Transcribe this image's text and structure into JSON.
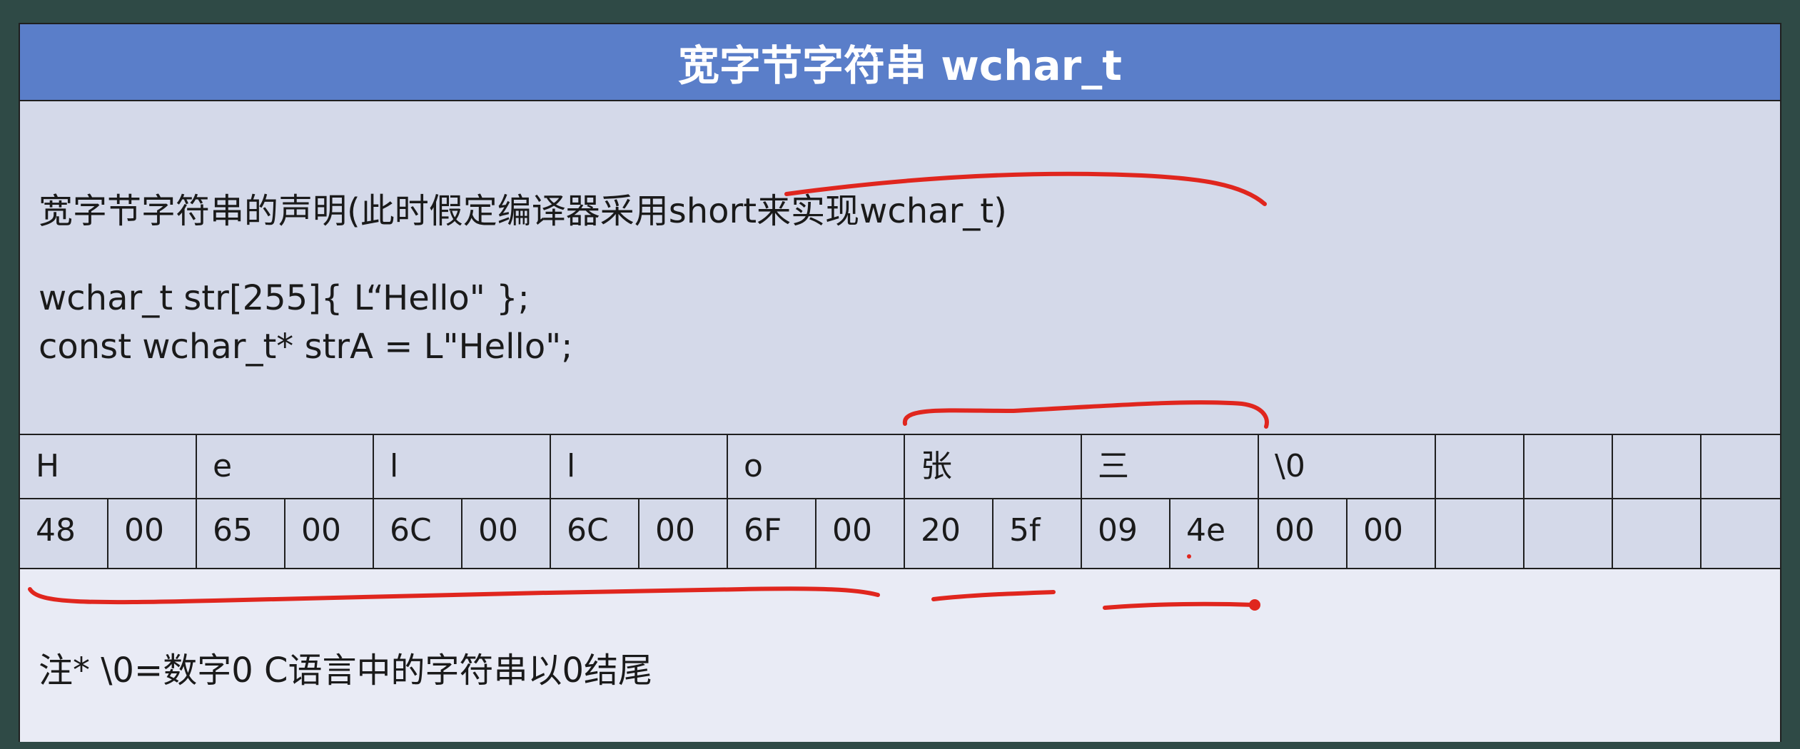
{
  "title": "宽字节字符串 wchar_t",
  "description_line": "宽字节字符串的声明(此时假定编译器采用short来实现wchar_t)",
  "code_lines": [
    "wchar_t str[255]{ L“Hello\" };",
    "const wchar_t* strA = L\"Hello\";"
  ],
  "char_row": [
    "H",
    "e",
    "l",
    "l",
    "o",
    "张",
    "三",
    "\\0",
    "",
    "",
    "",
    ""
  ],
  "byte_row": [
    "48",
    "00",
    "65",
    "00",
    "6C",
    "00",
    "6C",
    "00",
    "6F",
    "00",
    "20",
    "5f",
    "09",
    "4e",
    "00",
    "00",
    "",
    "",
    "",
    ""
  ],
  "note": "注* \\0=数字0 C语言中的字符串以0结尾",
  "colors": {
    "title_bar": "#5a7ec9",
    "panel": "#d4d9e9",
    "annotation_ink": "#e0261e"
  }
}
